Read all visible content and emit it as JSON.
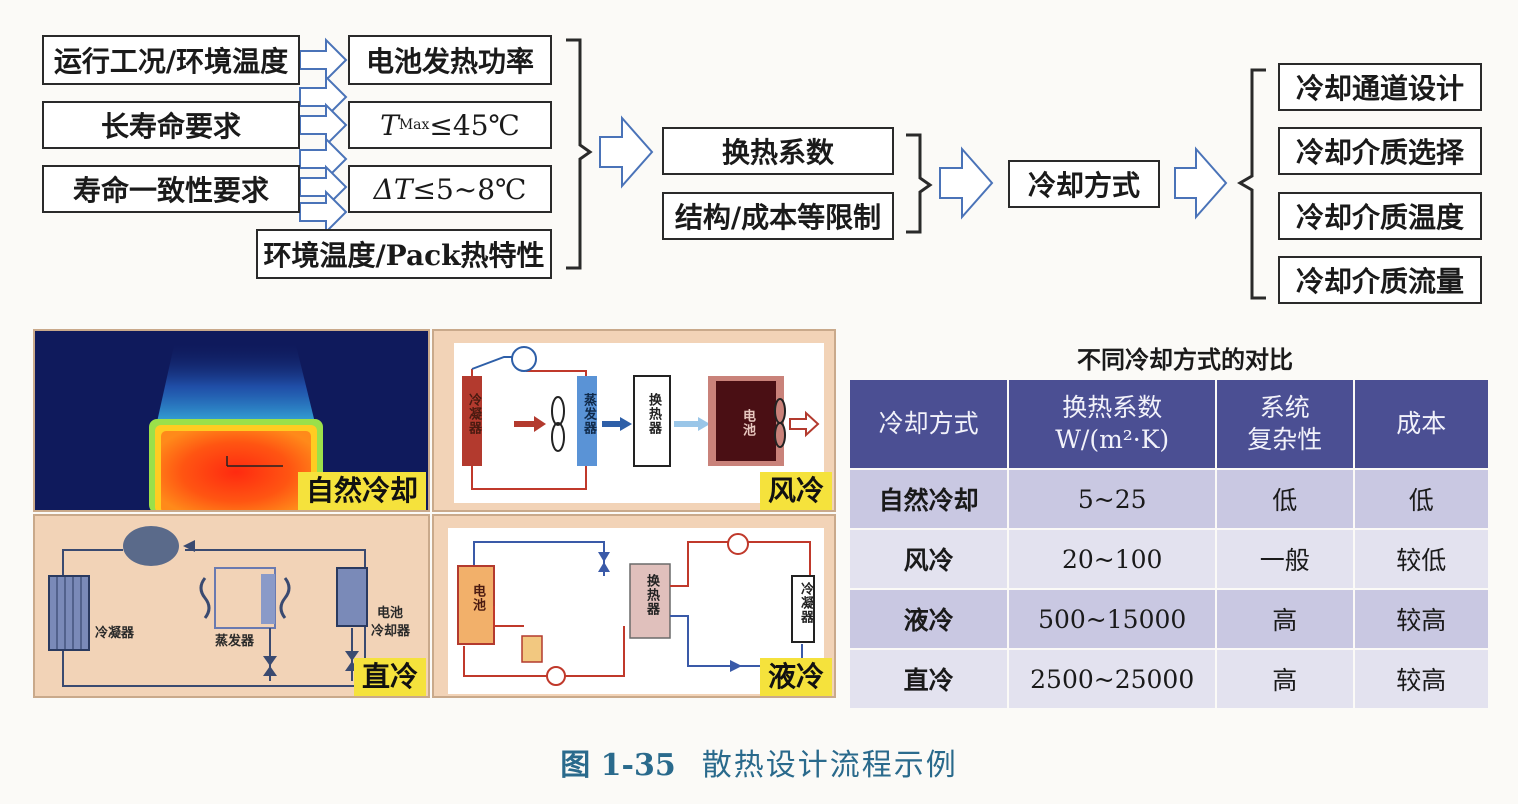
{
  "flow": {
    "inputs": [
      "运行工况/环境温度",
      "长寿命要求",
      "寿命一致性要求"
    ],
    "requirements": {
      "power": "电池发热功率",
      "tmax_sym": "T",
      "tmax_sub": "Max",
      "tmax_val": "≤45℃",
      "dt_sym": "ΔT",
      "dt_val": "≤5~8℃",
      "env": "环境温度/Pack热特性"
    },
    "middle": [
      "换热系数",
      "结构/成本等限制"
    ],
    "method": "冷却方式",
    "outputs": [
      "冷却通道设计",
      "冷却介质选择",
      "冷却介质温度",
      "冷却介质流量"
    ]
  },
  "panels": {
    "natural": {
      "label": "自然冷却"
    },
    "air": {
      "label": "风冷",
      "condenser": "冷凝器",
      "evaporator": "蒸发器",
      "exchanger": "换热器",
      "battery": "电池"
    },
    "direct": {
      "label": "直冷",
      "condenser": "冷凝器",
      "evaporator": "蒸发器",
      "battery_cooler_1": "电池",
      "battery_cooler_2": "冷却器"
    },
    "liquid": {
      "label": "液冷",
      "battery": "电池",
      "exchanger": "换热器",
      "condenser": "冷凝器"
    }
  },
  "comparison": {
    "title": "不同冷却方式的对比",
    "headers": {
      "method": "冷却方式",
      "coef_1": "换热系数",
      "coef_2": "W/(m²·K)",
      "complex_1": "系统",
      "complex_2": "复杂性",
      "cost": "成本"
    },
    "rows": [
      {
        "method": "自然冷却",
        "coef": "5~25",
        "complexity": "低",
        "cost": "低"
      },
      {
        "method": "风冷",
        "coef": "20~100",
        "complexity": "一般",
        "cost": "较低"
      },
      {
        "method": "液冷",
        "coef": "500~15000",
        "complexity": "高",
        "cost": "较高"
      },
      {
        "method": "直冷",
        "coef": "2500~25000",
        "complexity": "高",
        "cost": "较高"
      }
    ]
  },
  "caption": {
    "figure": "图 1-35",
    "text": "散热设计流程示例"
  }
}
